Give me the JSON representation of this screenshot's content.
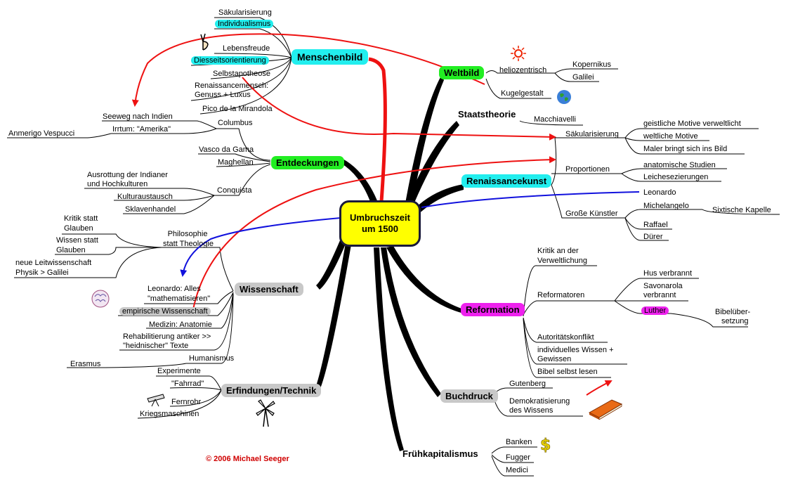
{
  "center": {
    "line1": "Umbruchszeit",
    "line2": "um 1500"
  },
  "colors": {
    "green": "#22ee22",
    "cyan": "#22eeee",
    "magenta": "#ee22ee",
    "gray": "#c8c8c8",
    "red": "#ee1111",
    "blue": "#1111dd",
    "yellow": "#ffff00"
  },
  "branches": {
    "menschenbild": "Menschenbild",
    "weltbild": "Weltbild",
    "staatstheorie": "Staatstheorie",
    "renaissancekunst": "Renaissancekunst",
    "entdeckungen": "Entdeckungen",
    "wissenschaft": "Wissenschaft",
    "reformation": "Reformation",
    "erfindungen": "Erfindungen/Technik",
    "buchdruck": "Buchdruck",
    "fruehkapitalismus": "Frühkapitalismus"
  },
  "menschenbild": {
    "items": [
      "Säkularisierung",
      "Individualismus",
      "Lebensfreude",
      "Diesseitsorientierung",
      "Selbstapotheose",
      "Renaissancemensch:",
      "Genuss + Luxus",
      "Pico de la Mirandola"
    ]
  },
  "weltbild": {
    "heliozentrisch": "heliozentrisch",
    "kopernikus": "Kopernikus",
    "galilei": "Galilei",
    "kugelgestalt": "Kugelgestalt"
  },
  "staatstheorie": {
    "macchiavelli": "Macchiavelli"
  },
  "renaissancekunst": {
    "saekularisierung": "Säkularisierung",
    "s1": "geistliche Motive verweltlicht",
    "s2": "weltliche Motive",
    "s3": "Maler bringt sich ins Bild",
    "proportionen": "Proportionen",
    "p1": "anatomische Studien",
    "p2": "Leichesezierungen",
    "kuenstler": "Große Künstler",
    "leonardo": "Leonardo",
    "michelangelo": "Michelangelo",
    "sixtinisch": "Sixtische Kapelle",
    "raffael": "Raffael",
    "duerer": "Dürer"
  },
  "entdeckungen": {
    "columbus": "Columbus",
    "seeweg": "Seeweg nach Indien",
    "irrtum": "Irrtum: \"Amerika\"",
    "vespucci": "Anmerigo Vespucci",
    "vasco": "Vasco da Gama",
    "maghellan": "Maghellan",
    "conquista": "Conquista",
    "ausrottung1": "Ausrottung der Indianer",
    "ausrottung2": "und Hochkulturen",
    "kulturaustausch": "Kulturaustausch",
    "sklavenhandel": "Sklavenhandel"
  },
  "wissenschaft": {
    "philosophie1": "Philosophie",
    "philosophie2": "statt Theologie",
    "kritik1": "Kritik statt",
    "kritik2": "Glauben",
    "wissen1": "Wissen statt",
    "wissen2": "Glauben",
    "leit1": "neue Leitwissenschaft",
    "leit2": "Physik > Galilei",
    "leo1": "Leonardo: Alles",
    "leo2": "\"mathematisieren\"",
    "empirisch": "empirische Wissenschaft",
    "medizin": "Medizin: Anatomie",
    "reha1": "Rehabilitierung antiker >>",
    "reha2": "\"heidnischer\" Texte",
    "humanismus": "Humanismus",
    "erasmus": "Erasmus"
  },
  "erfindungen": {
    "experimente": "Experimente",
    "fahrrad": "\"Fahrrad\"",
    "fernrohr": "Fernrohr",
    "kriegsmaschinen": "Kriegsmaschinen"
  },
  "reformation": {
    "kritik1": "Kritik an der",
    "kritik2": "Verweltlichung",
    "reformatoren": "Reformatoren",
    "hus": "Hus verbrannt",
    "savo1": "Savonarola",
    "savo2": "verbrannt",
    "luther": "Luther",
    "bibel1": "Bibelüber-",
    "bibel2": "setzung",
    "autoritaet": "Autoritätskonflikt",
    "indiv1": "individuelles Wissen +",
    "indiv2": "Gewissen",
    "bibellesen": "Bibel selbst lesen"
  },
  "buchdruck": {
    "gutenberg": "Gutenberg",
    "demo1": "Demokratisierung",
    "demo2": "des Wissens"
  },
  "fruehkapitalismus": {
    "banken": "Banken",
    "fugger": "Fugger",
    "medici": "Medici"
  },
  "copyright": "© 2006 Michael Seeger"
}
